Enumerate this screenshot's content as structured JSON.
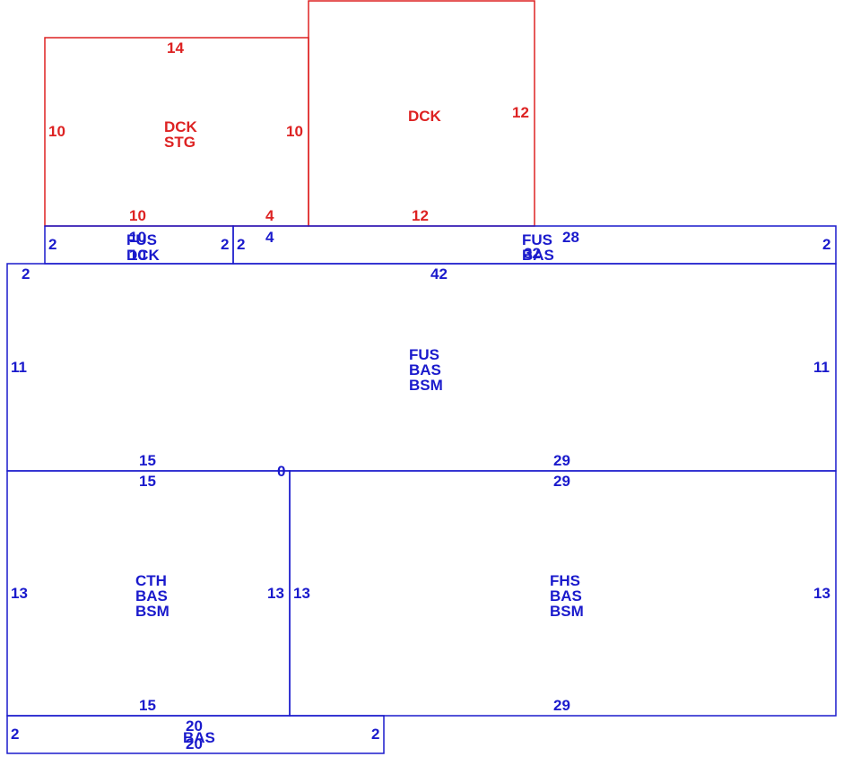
{
  "colors": {
    "deck": "#dd2222",
    "building": "#1a1acc",
    "background": "#ffffff"
  },
  "areas": {
    "deck_stg": {
      "dims": {
        "top": "14",
        "left": "10",
        "right": "10",
        "bottom": "10"
      },
      "labels": [
        "DCK",
        "STG"
      ]
    },
    "deck_main": {
      "dims": {
        "right": "12",
        "bottom": "12"
      },
      "labels": [
        "DCK"
      ]
    },
    "step_4": {
      "dims": {
        "above": "4",
        "below": "4"
      }
    },
    "fus_dck_strip": {
      "dims": {
        "left": "2",
        "right": "2",
        "top": "10",
        "bottom": "10"
      },
      "labels": [
        "FUS",
        "DCK"
      ]
    },
    "fus_bas_strip": {
      "dims": {
        "left": "2",
        "right": "2",
        "top": "28",
        "mid": "32"
      },
      "labels": [
        "FUS",
        "BAS"
      ]
    },
    "main": {
      "dims": {
        "top": "42",
        "topleft": "2",
        "left": "11",
        "right": "11",
        "bottom_left": "15",
        "bottom_right": "29"
      },
      "labels": [
        "FUS",
        "BAS",
        "BSM"
      ]
    },
    "zero_marker": "0",
    "cth": {
      "dims": {
        "top": "15",
        "left": "13",
        "right": "13",
        "bottom": "15"
      },
      "labels": [
        "CTH",
        "BAS",
        "BSM"
      ]
    },
    "fhs": {
      "dims": {
        "top": "29",
        "left": "13",
        "right": "13",
        "bottom": "29"
      },
      "labels": [
        "FHS",
        "BAS",
        "BSM"
      ]
    },
    "bas_strip": {
      "dims": {
        "left": "2",
        "right": "2",
        "top": "20",
        "bottom": "20"
      },
      "labels": [
        "BAS"
      ]
    }
  }
}
